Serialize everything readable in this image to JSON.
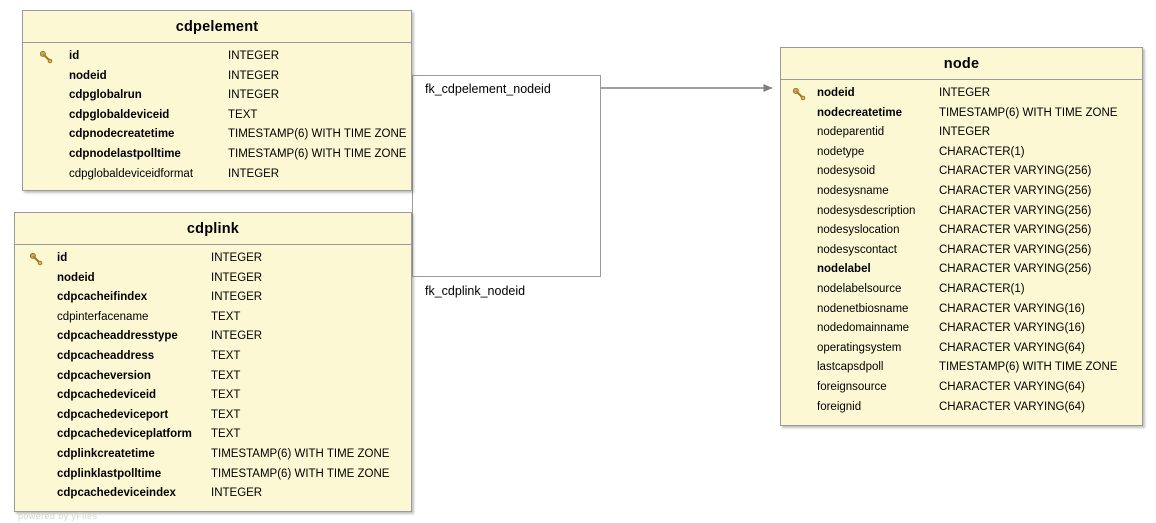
{
  "diagram": {
    "type": "entity-relationship",
    "watermark": "powered by yFiles",
    "colors": {
      "entity_fill": "#fcf8d4",
      "entity_border": "#9a9a9a",
      "edge": "#808080",
      "key_icon": "#d9a441",
      "canvas": "#ffffff"
    },
    "entities": [
      {
        "name": "cdpelement",
        "columns": [
          {
            "name": "id",
            "type": "INTEGER",
            "key": true,
            "bold": true
          },
          {
            "name": "nodeid",
            "type": "INTEGER",
            "key": false,
            "bold": true
          },
          {
            "name": "cdpglobalrun",
            "type": "INTEGER",
            "key": false,
            "bold": true
          },
          {
            "name": "cdpglobaldeviceid",
            "type": "TEXT",
            "key": false,
            "bold": true
          },
          {
            "name": "cdpnodecreatetime",
            "type": "TIMESTAMP(6) WITH TIME ZONE",
            "key": false,
            "bold": true
          },
          {
            "name": "cdpnodelastpolltime",
            "type": "TIMESTAMP(6) WITH TIME ZONE",
            "key": false,
            "bold": true
          },
          {
            "name": "cdpglobaldeviceidformat",
            "type": "INTEGER",
            "key": false,
            "bold": false
          }
        ]
      },
      {
        "name": "cdplink",
        "columns": [
          {
            "name": "id",
            "type": "INTEGER",
            "key": true,
            "bold": true
          },
          {
            "name": "nodeid",
            "type": "INTEGER",
            "key": false,
            "bold": true
          },
          {
            "name": "cdpcacheifindex",
            "type": "INTEGER",
            "key": false,
            "bold": true
          },
          {
            "name": "cdpinterfacename",
            "type": "TEXT",
            "key": false,
            "bold": false
          },
          {
            "name": "cdpcacheaddresstype",
            "type": "INTEGER",
            "key": false,
            "bold": true
          },
          {
            "name": "cdpcacheaddress",
            "type": "TEXT",
            "key": false,
            "bold": true
          },
          {
            "name": "cdpcacheversion",
            "type": "TEXT",
            "key": false,
            "bold": true
          },
          {
            "name": "cdpcachedeviceid",
            "type": "TEXT",
            "key": false,
            "bold": true
          },
          {
            "name": "cdpcachedeviceport",
            "type": "TEXT",
            "key": false,
            "bold": true
          },
          {
            "name": "cdpcachedeviceplatform",
            "type": "TEXT",
            "key": false,
            "bold": true
          },
          {
            "name": "cdplinkcreatetime",
            "type": "TIMESTAMP(6) WITH TIME ZONE",
            "key": false,
            "bold": true
          },
          {
            "name": "cdplinklastpolltime",
            "type": "TIMESTAMP(6) WITH TIME ZONE",
            "key": false,
            "bold": true
          },
          {
            "name": "cdpcachedeviceindex",
            "type": "INTEGER",
            "key": false,
            "bold": true
          }
        ]
      },
      {
        "name": "node",
        "columns": [
          {
            "name": "nodeid",
            "type": "INTEGER",
            "key": true,
            "bold": true
          },
          {
            "name": "nodecreatetime",
            "type": "TIMESTAMP(6) WITH TIME ZONE",
            "key": false,
            "bold": true
          },
          {
            "name": "nodeparentid",
            "type": "INTEGER",
            "key": false,
            "bold": false
          },
          {
            "name": "nodetype",
            "type": "CHARACTER(1)",
            "key": false,
            "bold": false
          },
          {
            "name": "nodesysoid",
            "type": "CHARACTER VARYING(256)",
            "key": false,
            "bold": false
          },
          {
            "name": "nodesysname",
            "type": "CHARACTER VARYING(256)",
            "key": false,
            "bold": false
          },
          {
            "name": "nodesysdescription",
            "type": "CHARACTER VARYING(256)",
            "key": false,
            "bold": false
          },
          {
            "name": "nodesyslocation",
            "type": "CHARACTER VARYING(256)",
            "key": false,
            "bold": false
          },
          {
            "name": "nodesyscontact",
            "type": "CHARACTER VARYING(256)",
            "key": false,
            "bold": false
          },
          {
            "name": "nodelabel",
            "type": "CHARACTER VARYING(256)",
            "key": false,
            "bold": true
          },
          {
            "name": "nodelabelsource",
            "type": "CHARACTER(1)",
            "key": false,
            "bold": false
          },
          {
            "name": "nodenetbiosname",
            "type": "CHARACTER VARYING(16)",
            "key": false,
            "bold": false
          },
          {
            "name": "nodedomainname",
            "type": "CHARACTER VARYING(16)",
            "key": false,
            "bold": false
          },
          {
            "name": "operatingsystem",
            "type": "CHARACTER VARYING(64)",
            "key": false,
            "bold": false
          },
          {
            "name": "lastcapsdpoll",
            "type": "TIMESTAMP(6) WITH TIME ZONE",
            "key": false,
            "bold": false
          },
          {
            "name": "foreignsource",
            "type": "CHARACTER VARYING(64)",
            "key": false,
            "bold": false
          },
          {
            "name": "foreignid",
            "type": "CHARACTER VARYING(64)",
            "key": false,
            "bold": false
          }
        ]
      }
    ],
    "relationships": [
      {
        "label": "fk_cdpelement_nodeid",
        "from": "cdpelement",
        "to": "node",
        "from_column": "nodeid",
        "to_column": "nodeid"
      },
      {
        "label": "fk_cdplink_nodeid",
        "from": "cdplink",
        "to": "node",
        "from_column": "nodeid",
        "to_column": "nodeid"
      }
    ]
  }
}
